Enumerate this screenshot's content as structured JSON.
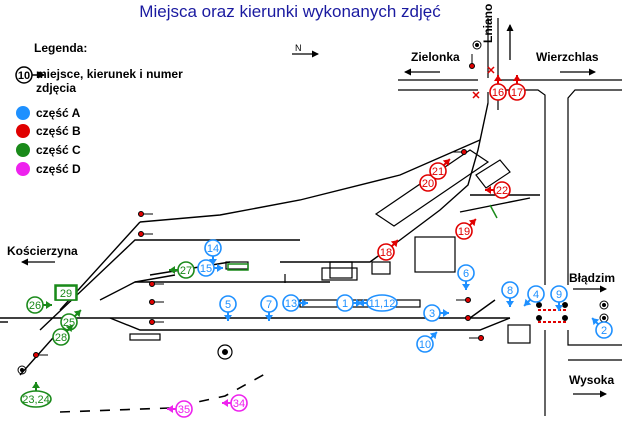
{
  "title": "Miejsca oraz kierunki wykonanych zdjęć",
  "colors": {
    "A": "#1e90ff",
    "B": "#e00000",
    "C": "#1a8a1a",
    "D": "#ee22ee",
    "track": "#000000",
    "title": "#1a1aa0"
  },
  "legend": {
    "heading": "Legenda:",
    "marker_number": "10",
    "marker_text_line1": "miejsce, kierunek i numer",
    "marker_text_line2": "zdjęcia",
    "parts": [
      {
        "key": "A",
        "label": "część A"
      },
      {
        "key": "B",
        "label": "część B"
      },
      {
        "key": "C",
        "label": "część C"
      },
      {
        "key": "D",
        "label": "część D"
      }
    ]
  },
  "north_label": "N",
  "directions": {
    "zielonka": "Zielonka",
    "wierzchlas": "Wierzchlas",
    "lniano": "Lniano",
    "koscierzyna": "Kościerzyna",
    "bladzim": "Błądzim",
    "wysoka": "Wysoka"
  },
  "markers": [
    {
      "label": "2",
      "part": "A",
      "arrow": "nw"
    },
    {
      "label": "3",
      "part": "A",
      "arrow": "e"
    },
    {
      "label": "4",
      "part": "A",
      "arrow": "sw"
    },
    {
      "label": "5",
      "part": "A",
      "arrow": "s"
    },
    {
      "label": "6",
      "part": "A",
      "arrow": "s"
    },
    {
      "label": "7",
      "part": "A",
      "arrow": "s"
    },
    {
      "label": "8",
      "part": "A",
      "arrow": "s"
    },
    {
      "label": "9",
      "part": "A",
      "arrow": "s"
    },
    {
      "label": "10",
      "part": "A",
      "arrow": "ne"
    },
    {
      "label": "1",
      "part": "A",
      "arrow": "e"
    },
    {
      "label": "11,12",
      "part": "A",
      "arrow": "w"
    },
    {
      "label": "13",
      "part": "A",
      "arrow": "e"
    },
    {
      "label": "14",
      "part": "A",
      "arrow": "s"
    },
    {
      "label": "15",
      "part": "A",
      "arrow": "e"
    },
    {
      "label": "16",
      "part": "B",
      "arrow": "n"
    },
    {
      "label": "17",
      "part": "B",
      "arrow": "n"
    },
    {
      "label": "18",
      "part": "B",
      "arrow": "ne"
    },
    {
      "label": "19",
      "part": "B",
      "arrow": "ne"
    },
    {
      "label": "20",
      "part": "B",
      "arrow": "ne"
    },
    {
      "label": "21",
      "part": "B",
      "arrow": "ne"
    },
    {
      "label": "22",
      "part": "B",
      "arrow": "w"
    },
    {
      "label": "23,24",
      "part": "C",
      "arrow": "n"
    },
    {
      "label": "25",
      "part": "C",
      "arrow": "ne"
    },
    {
      "label": "26",
      "part": "C",
      "arrow": "e"
    },
    {
      "label": "27",
      "part": "C",
      "arrow": "w"
    },
    {
      "label": "28",
      "part": "C",
      "arrow": "ne"
    },
    {
      "label": "29",
      "part": "C",
      "arrow": "none"
    },
    {
      "label": "34",
      "part": "D",
      "arrow": "w"
    },
    {
      "label": "35",
      "part": "D",
      "arrow": "w"
    }
  ]
}
